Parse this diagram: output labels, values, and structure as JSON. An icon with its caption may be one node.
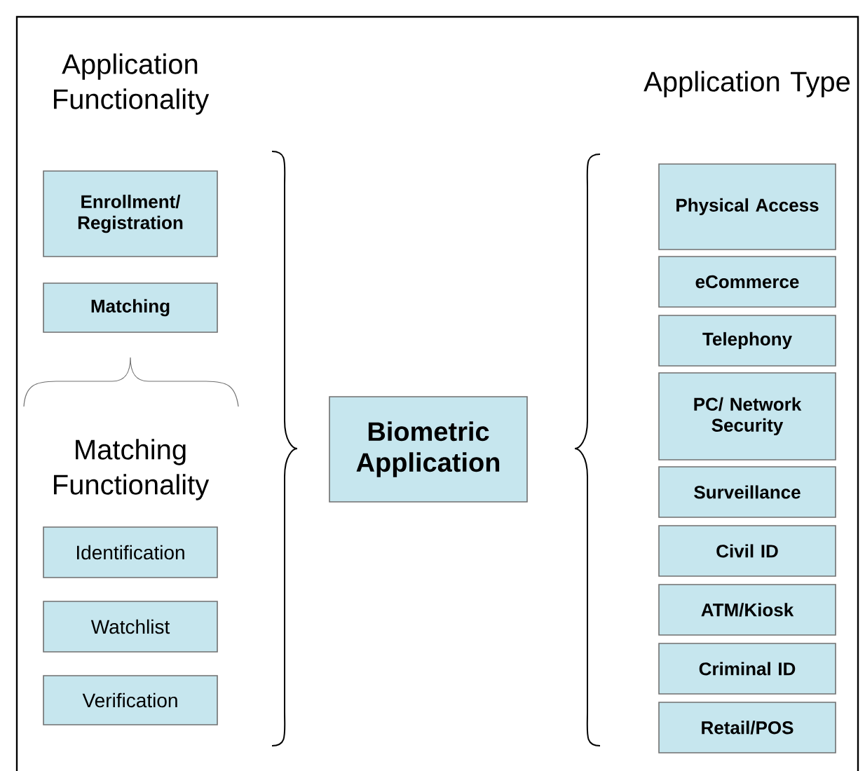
{
  "diagram": {
    "nodes": [
      {
        "text": [
          "Enrollment/ Registration"
        ]
      },
      {
        "text": [
          "Matching"
        ]
      },
      {
        "text": [
          "Identification"
        ]
      },
      {
        "text": [
          "Watchlist"
        ]
      },
      {
        "text": [
          "Verification"
        ]
      },
      {
        "text": [
          "Biometric Application"
        ]
      },
      {
        "text": [
          "Physical Access"
        ]
      },
      {
        "text": [
          "eCommerce"
        ]
      },
      {
        "text": [
          "Telephony"
        ]
      },
      {
        "text": [
          "PC/ Network Security"
        ]
      },
      {
        "text": [
          "Surveillance"
        ]
      },
      {
        "text": [
          "Civil ID"
        ]
      },
      {
        "text": [
          "ATM/Kiosk"
        ]
      },
      {
        "text": [
          "Criminal ID"
        ]
      },
      {
        "text": [
          "Retail/POS"
        ]
      }
    ],
    "labels": [
      "Application Functionality",
      "Application Type",
      "Matching Functionality"
    ]
  }
}
